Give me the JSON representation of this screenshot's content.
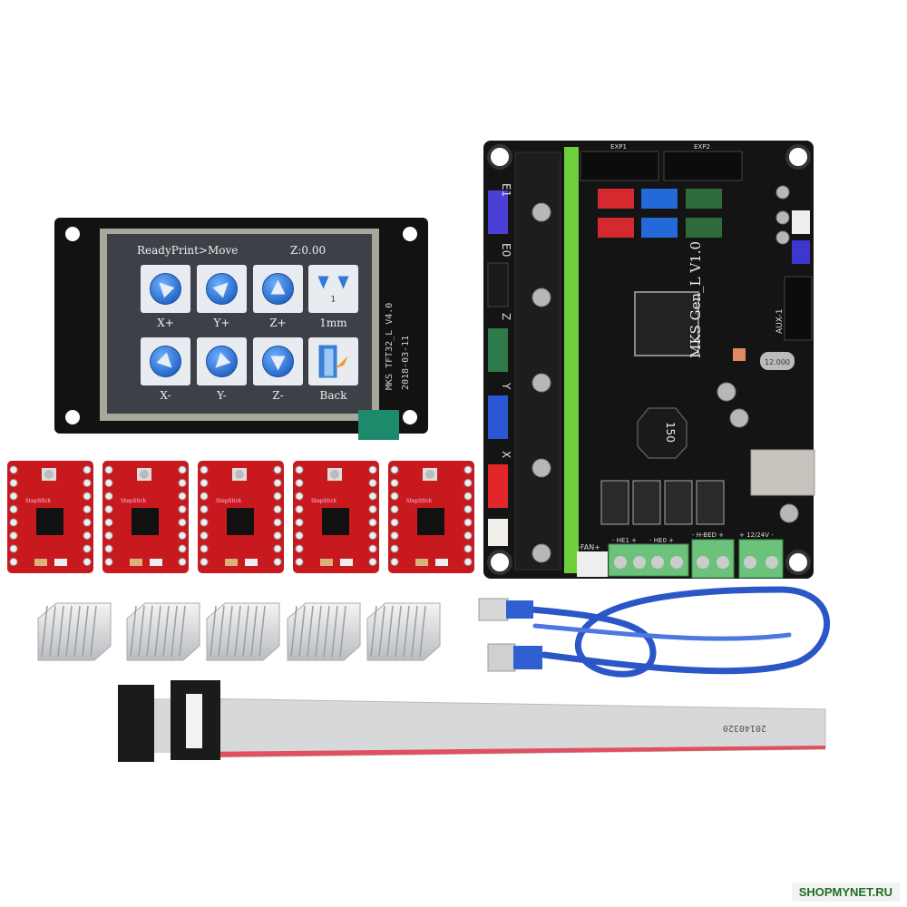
{
  "tft": {
    "header_left": "ReadyPrint>Move",
    "header_right": "Z:0.00",
    "buttons": [
      {
        "label": "X+",
        "icon": "arrow-up-left-icon"
      },
      {
        "label": "Y+",
        "icon": "arrow-up-right-icon"
      },
      {
        "label": "Z+",
        "icon": "arrow-up-icon"
      },
      {
        "label": "1mm",
        "icon": "step-size-icon"
      },
      {
        "label": "X-",
        "icon": "arrow-down-right-icon"
      },
      {
        "label": "Y-",
        "icon": "arrow-down-left-icon"
      },
      {
        "label": "Z-",
        "icon": "arrow-down-icon"
      },
      {
        "label": "Back",
        "icon": "exit-door-icon"
      }
    ],
    "step_value": "1",
    "model": "MKS TFT32_L V4.0",
    "date": "2018-03-11"
  },
  "board": {
    "name": "MKS Gen_L V1.0",
    "axis_labels": [
      "E1",
      "E0",
      "Z",
      "Y",
      "X"
    ],
    "aux": "AUX-1",
    "exp": [
      "EXP1",
      "EXP2"
    ],
    "inductor": "150",
    "crystal": "12.000",
    "fan": "-FAN+",
    "terminals": [
      "- HE1 +",
      "- HE0 +",
      "- H-BED +",
      "+ 12/24V -"
    ]
  },
  "drivers": {
    "count": 5,
    "chip_label": "StepStick"
  },
  "ribbon_cable": {
    "print": "20140320"
  },
  "watermark": "SHOPMYNET.RU",
  "colors": {
    "pcb_red": "#c8191e",
    "pcb_black": "#111111",
    "screen_button": "#e8ebef",
    "icon_blue": "#2f7ad9",
    "terminal_green": "#5fb86b",
    "usb_blue": "#2b56c8"
  }
}
